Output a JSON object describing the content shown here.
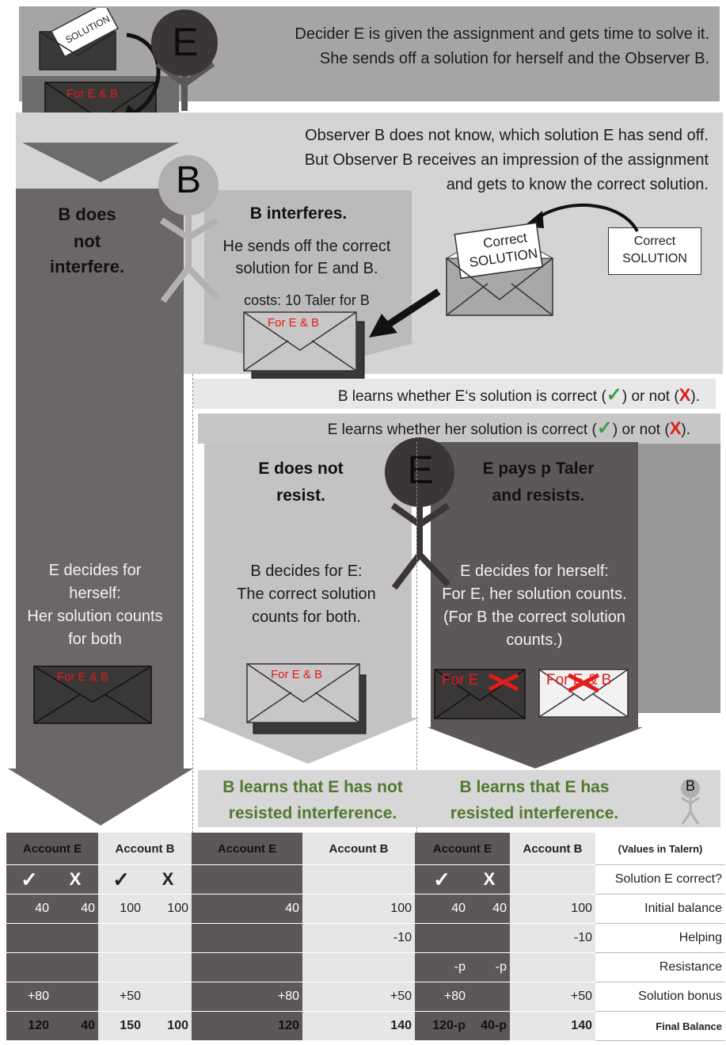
{
  "top": {
    "line1": "Decider E is given the assignment and gets time to solve it.",
    "line2": "She sends off a solution for herself and the Observer B.",
    "envelope_label": "SOLUTION",
    "envelope_for": "For E & B",
    "figure_letter": "E"
  },
  "observer": {
    "line1": "Observer B does not know, which solution E has send off.",
    "line2": "But Observer B receives an impression of the assignment",
    "line3": "and gets to know the correct solution.",
    "figure_letter": "B",
    "card_line1": "Correct",
    "card_line2": "SOLUTION",
    "paper_line1": "Correct",
    "paper_line2": "SOLUTION"
  },
  "no_interfere": {
    "title1": "B does",
    "title2": "not",
    "title3": "interfere.",
    "desc1": "E decides for",
    "desc2": "herself:",
    "desc3": "Her solution counts",
    "desc4": "for both",
    "envelope_for": "For E & B"
  },
  "interferes": {
    "title": "B interferes.",
    "desc1": "He sends off the correct",
    "desc2": "solution for E and B.",
    "cost": "costs: 10 Taler for B",
    "envelope_for": "For E & B"
  },
  "feedback": {
    "b_line_pre": "B learns whether E‘s solution is correct (",
    "b_line_mid": ")  or not (",
    "b_line_end": ").",
    "e_line_pre": "E learns whether her solution is correct  (",
    "e_line_mid": ")  or not (",
    "e_line_end": ").",
    "check": "✓",
    "cross": "X"
  },
  "not_resist": {
    "title1": "E does not",
    "title2": "resist.",
    "desc1": "B decides for E:",
    "desc2": "The correct solution",
    "desc3": "counts for both.",
    "envelope_for": "For E & B",
    "outcome1": "B learns that E has not",
    "outcome2": "resisted interference."
  },
  "resist": {
    "figure_letter": "E",
    "title1": "E pays p Taler",
    "title2": "and resists.",
    "desc1": "E decides for herself:",
    "desc2": "For E, her solution counts.",
    "desc3": "(For B the correct solution",
    "desc4": "counts.)",
    "env1_for": "For E",
    "env2_for": "For E & B",
    "outcome1": "B learns that E has",
    "outcome2": "resisted interference.",
    "figure_small": "B"
  },
  "table": {
    "headers": [
      "Account E",
      "Account B",
      "Account E",
      "Account B",
      "Account E",
      "Account B",
      "(Values in Talern)"
    ],
    "row_labels": [
      "Solution  E correct?",
      "Initial balance",
      "Helping",
      "Resistance",
      "Solution bonus",
      "Final Balance"
    ],
    "check": "✓",
    "cross": "X",
    "initial": [
      "40",
      "40",
      "100",
      "100",
      "40",
      "100",
      "40",
      "40",
      "100"
    ],
    "helping": [
      "-10",
      "-10"
    ],
    "resistance": [
      "-p",
      "-p"
    ],
    "bonus": [
      "+80",
      "+50",
      "+80",
      "+50",
      "+80",
      "+50"
    ],
    "final": [
      "120",
      "40",
      "150",
      "100",
      "120",
      "140",
      "120-p",
      "40-p",
      "140"
    ]
  },
  "colors": {
    "dark": "#5d5858",
    "mid": "#9a9797",
    "light": "#d3d3d3",
    "lighter": "#e6e6e6",
    "red": "#e31b1b",
    "green": "#3f9b3f",
    "olive_green": "#4f7a2e"
  }
}
